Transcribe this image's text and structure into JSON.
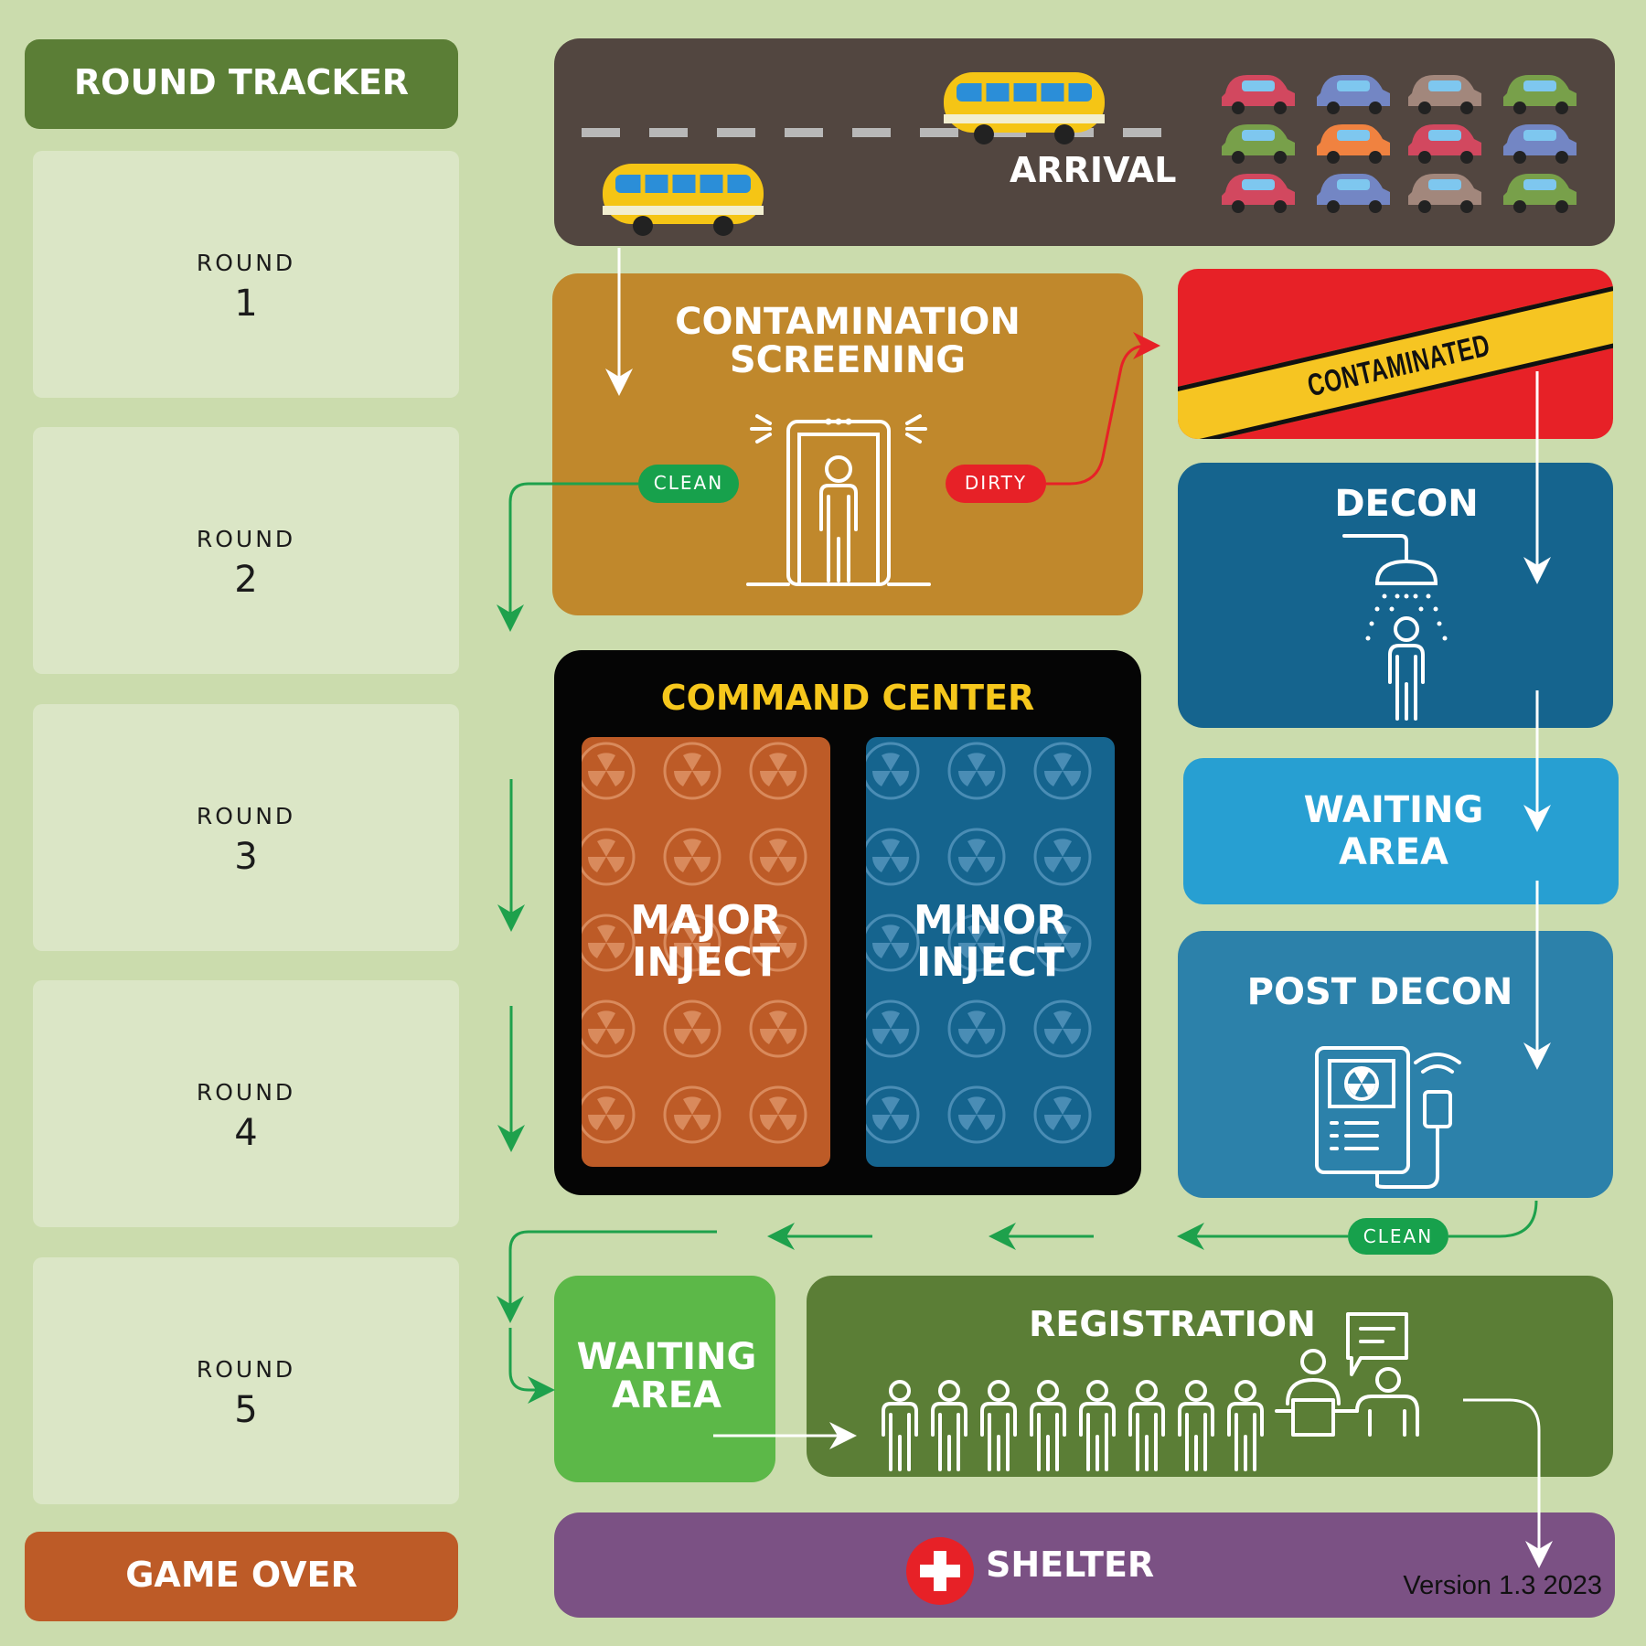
{
  "round_tracker": {
    "title": "ROUND TRACKER",
    "rounds": [
      {
        "word": "ROUND",
        "number": "1"
      },
      {
        "word": "ROUND",
        "number": "2"
      },
      {
        "word": "ROUND",
        "number": "3"
      },
      {
        "word": "ROUND",
        "number": "4"
      },
      {
        "word": "ROUND",
        "number": "5"
      }
    ],
    "game_over": "GAME OVER"
  },
  "arrival": {
    "label": "ARRIVAL"
  },
  "screening": {
    "title_line1": "CONTAMINATION",
    "title_line2": "SCREENING",
    "clean": "CLEAN",
    "dirty": "DIRTY"
  },
  "contaminated": {
    "tape_text": "CONTAMINATED"
  },
  "decon": {
    "title": "DECON"
  },
  "waiting_right": {
    "line1": "WAITING",
    "line2": "AREA"
  },
  "post_decon": {
    "title": "POST DECON",
    "clean": "CLEAN"
  },
  "command_center": {
    "title": "COMMAND CENTER",
    "major": {
      "line1": "MAJOR",
      "line2": "INJECT"
    },
    "minor": {
      "line1": "MINOR",
      "line2": "INJECT"
    }
  },
  "waiting_bottom": {
    "line1": "WAITING",
    "line2": "AREA"
  },
  "registration": {
    "title": "REGISTRATION"
  },
  "shelter": {
    "label": "SHELTER"
  },
  "version": "Version 1.3 2023",
  "colors": {
    "background": "#cbdcad",
    "tracker_green": "#5b7e36",
    "game_over": "#bd5b27",
    "road": "#524640",
    "screening": "#c0882c",
    "contaminated": "#e72127",
    "tape": "#f6c522",
    "decon": "#15648e",
    "waiting_right": "#279fd2",
    "post_decon": "#2c81aa",
    "command": "#050505",
    "command_title": "#f6c71c",
    "major": "#bd5b27",
    "minor": "#15648e",
    "waiting_bottom": "#5cb848",
    "registration": "#5b7e36",
    "shelter": "#7b5184",
    "clean_pill": "#17a14c",
    "dirty_pill": "#e72127",
    "flow_green": "#1ea14c",
    "flow_red": "#e72127"
  }
}
